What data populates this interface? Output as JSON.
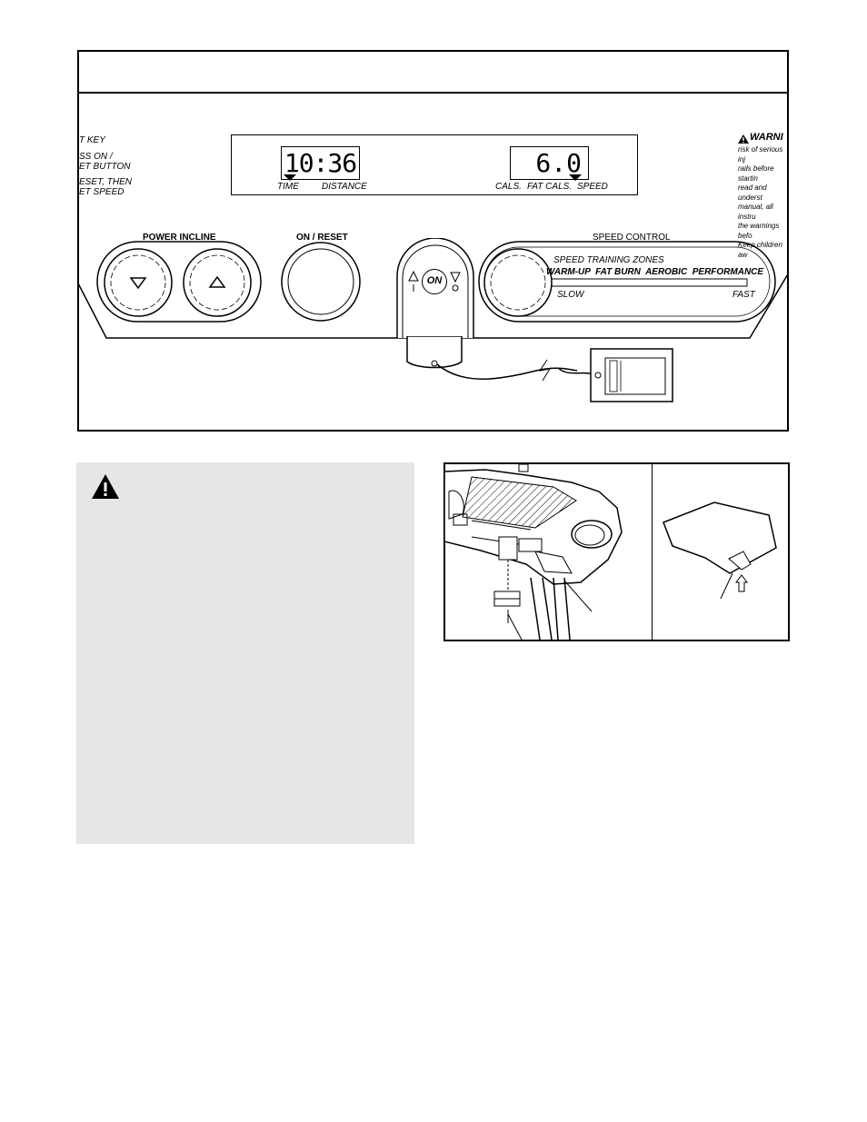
{
  "console": {
    "left_instructions": [
      "T KEY",
      "SS ON /",
      "ET BUTTON",
      "ESET, THEN",
      "ET SPEED"
    ],
    "display_left_value": "10:36",
    "display_right_value": "6.0",
    "mode_labels_left": [
      "TIME",
      "DISTANCE"
    ],
    "mode_labels_right": [
      "CALS.",
      "FAT CALS.",
      "SPEED"
    ],
    "warning_title": "WARNI",
    "warning_lines": [
      "risk of serious inj",
      "rails before startin",
      "read and underst",
      "manual, all instru",
      "the warnings befo",
      "Keep children aw"
    ],
    "power_incline_label": "POWER INCLINE",
    "on_reset_label": "ON / RESET",
    "speed_control_label": "SPEED CONTROL",
    "on_key_label": "ON",
    "speed_zones_title": "SPEED TRAINING ZONES",
    "speed_zones": "WARM-UP  FAT BURN  AEROBIC  PERFORMANCE",
    "slow_label": "SLOW",
    "fast_label": "FAST"
  },
  "warning_box": {
    "icon": "warning-triangle-icon",
    "background": "#e6e6e6"
  },
  "figures": {
    "left": "treadmill-underside-illustration",
    "right": "plate-with-tab-illustration"
  }
}
